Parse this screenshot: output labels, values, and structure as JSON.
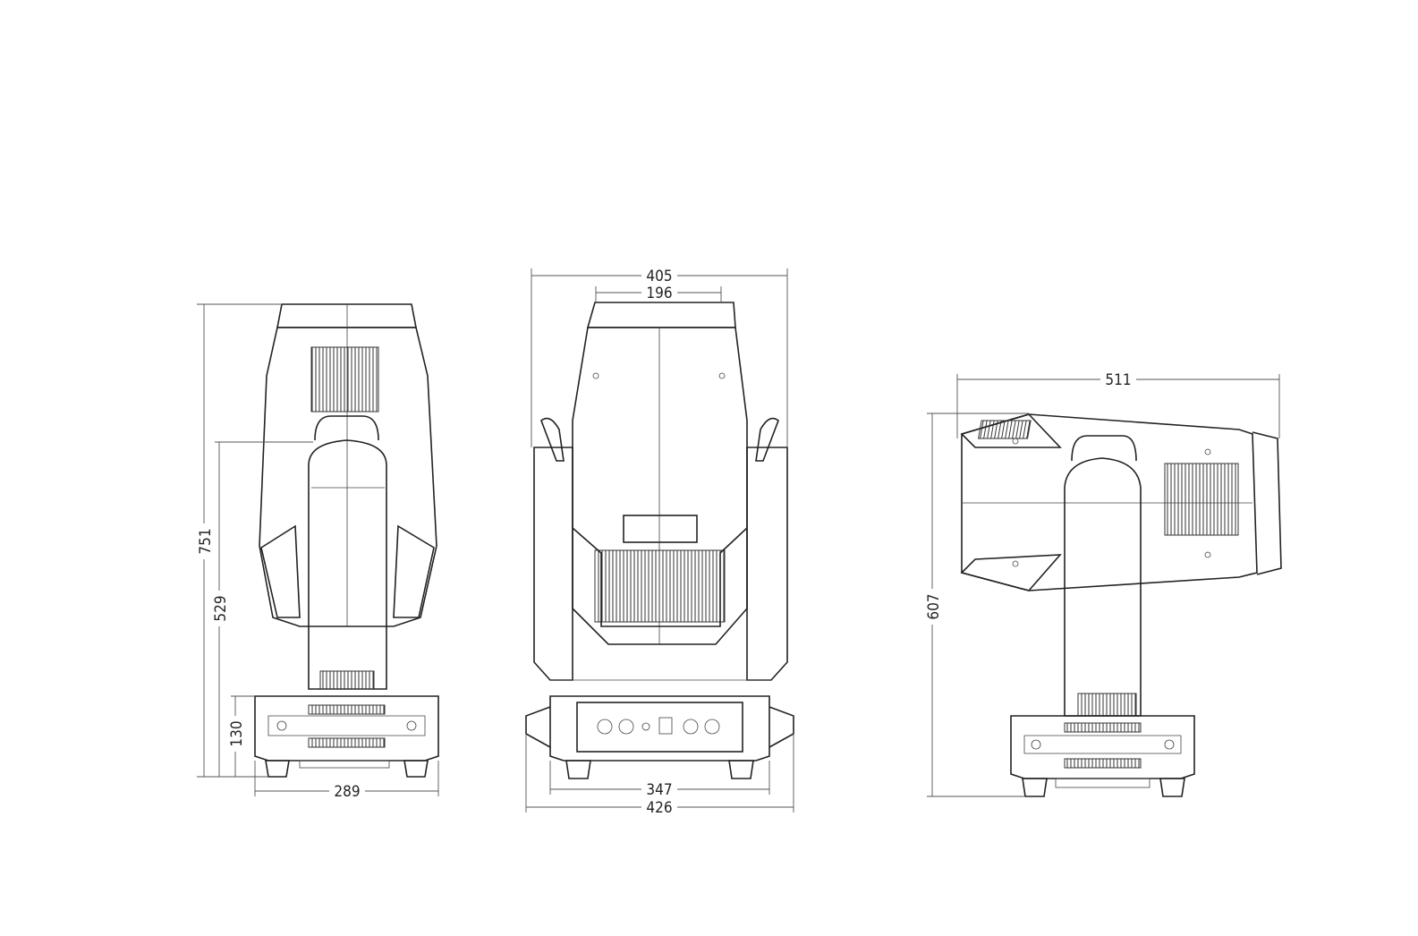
{
  "drawing": {
    "views": [
      {
        "name": "side-view-left",
        "dimensions": {
          "overall_height": "751",
          "arm_height": "529",
          "base_height": "130",
          "base_width": "289"
        }
      },
      {
        "name": "front-view",
        "dimensions": {
          "head_width": "405",
          "head_top_width": "196",
          "base_inner_width": "347",
          "base_overall_width": "426"
        }
      },
      {
        "name": "side-view-tilted",
        "dimensions": {
          "overall_length": "511",
          "overall_height": "607"
        }
      }
    ],
    "line_color": "#222222",
    "background": "#ffffff"
  }
}
